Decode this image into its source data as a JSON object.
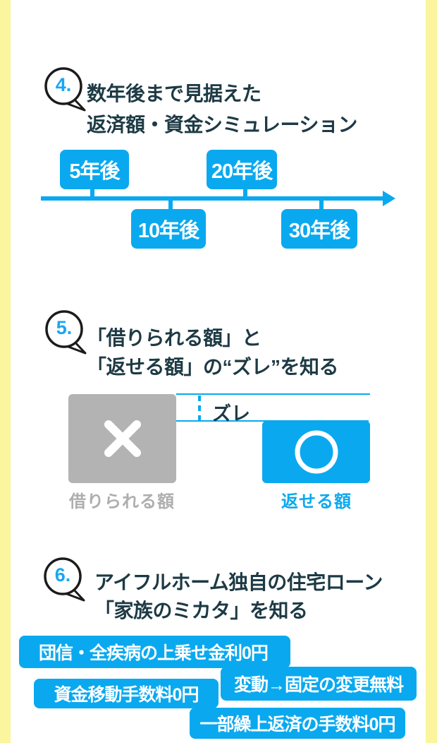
{
  "colors": {
    "accent_blue": "#0aa9ef",
    "heading_dark": "#1d3a44",
    "frame_yellow": "#fbf59e",
    "gray_box": "#b3b3b3",
    "gray_label": "#aeaeae",
    "white": "#ffffff"
  },
  "sections": [
    {
      "number": "4.",
      "title_lines": [
        "数年後まで見据えた",
        "返済額・資金シミュレーション"
      ],
      "timeline": {
        "labels_above": [
          "5年後",
          "20年後"
        ],
        "labels_below": [
          "10年後",
          "30年後"
        ]
      }
    },
    {
      "number": "5.",
      "title_lines": [
        "「借りられる額」と",
        "「返せる額」の“ズレ”を知る"
      ],
      "diagram": {
        "gap_label": "ズレ",
        "left_label": "借りられる額",
        "right_label": "返せる額"
      }
    },
    {
      "number": "6.",
      "title_lines": [
        "アイフルホーム独自の住宅ローン",
        "「家族のミカタ」を知る"
      ],
      "badges": [
        "団信・全疾病の上乗せ金利0円",
        "変動→固定の変更無料",
        "資金移動手数料0円",
        "一部繰上返済の手数料0円"
      ]
    }
  ]
}
